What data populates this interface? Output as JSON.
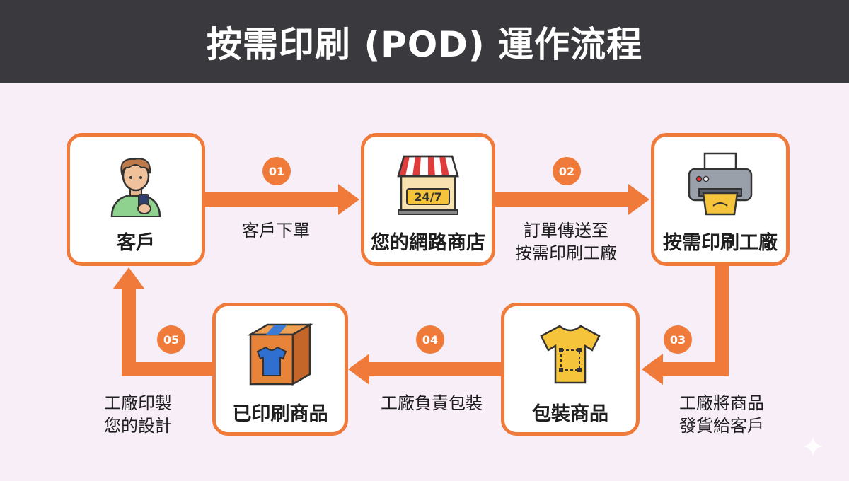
{
  "title": "按需印刷 (POD) 運作流程",
  "nodes": {
    "customer": {
      "label": "客戶",
      "icon": "person-with-phone-icon"
    },
    "store": {
      "label": "您的網路商店",
      "icon": "storefront-icon",
      "sign": "24/7"
    },
    "factory": {
      "label": "按需印刷工廠",
      "icon": "printer-icon"
    },
    "packaged": {
      "label": "包裝商品",
      "icon": "tshirt-icon"
    },
    "printed": {
      "label": "已印刷商品",
      "icon": "box-with-shirt-icon"
    }
  },
  "edges": [
    {
      "step": "01",
      "from": "customer",
      "to": "store",
      "label_line1": "客戶下單",
      "label_line2": ""
    },
    {
      "step": "02",
      "from": "store",
      "to": "factory",
      "label_line1": "訂單傳送至",
      "label_line2": "按需印刷工廠"
    },
    {
      "step": "03",
      "from": "factory",
      "to": "packaged",
      "label_line1": "工廠將商品",
      "label_line2": "發貨給客戶"
    },
    {
      "step": "04",
      "from": "packaged",
      "to": "printed",
      "label_line1": "工廠負責包裝",
      "label_line2": ""
    },
    {
      "step": "05",
      "from": "printed",
      "to": "customer",
      "label_line1": "工廠印製",
      "label_line2": "您的設計"
    }
  ],
  "colors": {
    "accent": "#f07a3a",
    "header_bg": "#3a3a3e",
    "background": "#f8eef8"
  }
}
